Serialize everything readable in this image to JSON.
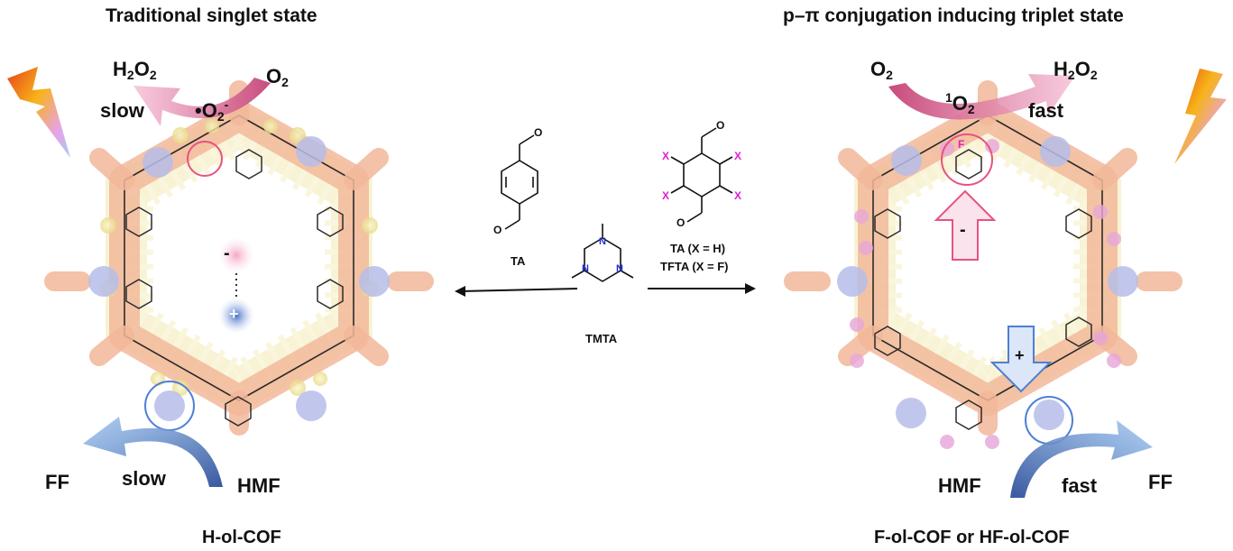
{
  "titles": {
    "left": "Traditional singlet state",
    "right": "p–π conjugation inducing triplet state"
  },
  "left_panel": {
    "h2o2": {
      "main": "H",
      "sub1": "2",
      "mid": "O",
      "sub2": "2"
    },
    "o2": {
      "main": "O",
      "sub": "2"
    },
    "superoxide": {
      "main": "•O",
      "sub": "2",
      "sup": "-"
    },
    "rate_top": "slow",
    "rate_bottom": "slow",
    "product": "FF",
    "substrate": "HMF",
    "charge_neg": "-",
    "charge_pos": "+",
    "cof_name": "H-ol-COF"
  },
  "right_panel": {
    "o2": {
      "main": "O",
      "sub": "2"
    },
    "h2o2": {
      "main": "H",
      "sub1": "2",
      "mid": "O",
      "sub2": "2"
    },
    "singlet_oxygen": {
      "sup": "1",
      "main": "O",
      "sub": "2"
    },
    "rate_top": "fast",
    "rate_bottom": "fast",
    "substrate": "HMF",
    "product": "FF",
    "charge_neg": "-",
    "charge_pos": "+",
    "cof_name": "F-ol-COF or HF-ol-COF",
    "fluorine": "F",
    "x_sub": "X"
  },
  "center": {
    "ta_label": "TA",
    "tmta_label": "TMTA",
    "right_reagent_line1": "TA (X = H)",
    "right_reagent_line2": "TFTA (X = F)",
    "oxygen_atom": "O",
    "x_sub": "X",
    "nitrogen": "N"
  },
  "colors": {
    "nitrogen": "#1f2fd6",
    "x_substituent": "#e020d0",
    "shell": "#f2b89a",
    "atom_yellow": "#f3ecaa",
    "pink": "#e05a88",
    "blue": "#4d7fd6"
  }
}
